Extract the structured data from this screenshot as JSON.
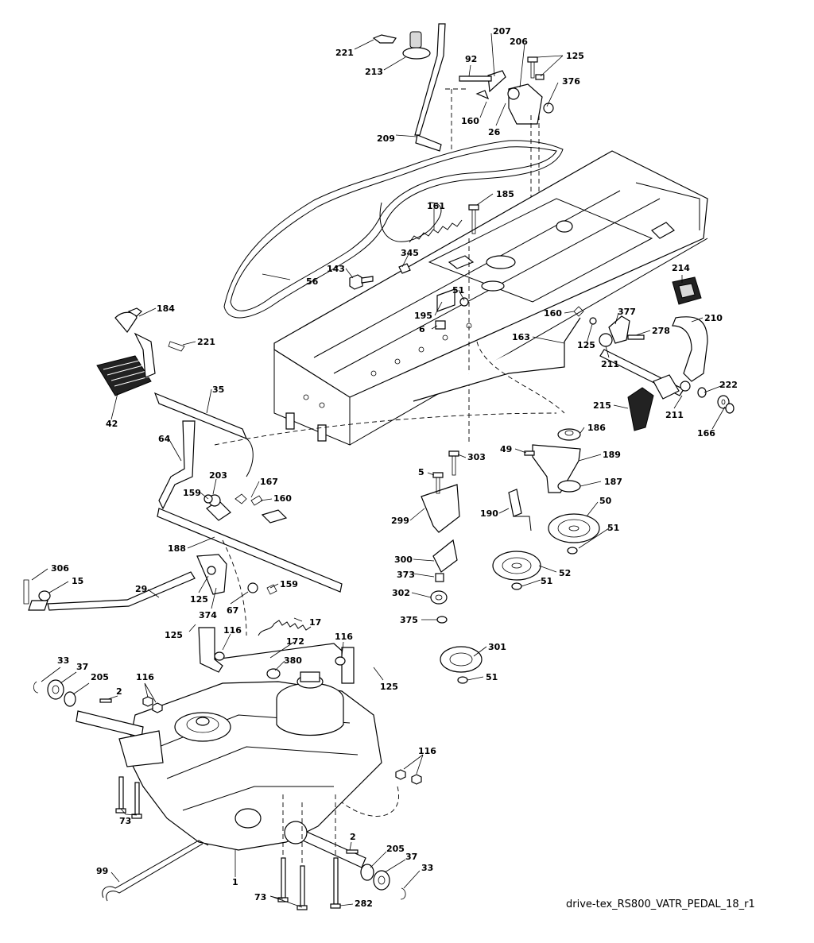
{
  "diagram": {
    "caption": "drive-tex_RS800_VATR_PEDAL_18_r1",
    "callouts": [
      {
        "id": "c221a",
        "text": "221"
      },
      {
        "id": "c213",
        "text": "213"
      },
      {
        "id": "c207",
        "text": "207"
      },
      {
        "id": "c206",
        "text": "206"
      },
      {
        "id": "c125a",
        "text": "125"
      },
      {
        "id": "c92",
        "text": "92"
      },
      {
        "id": "c376",
        "text": "376"
      },
      {
        "id": "c160a",
        "text": "160"
      },
      {
        "id": "c26",
        "text": "26"
      },
      {
        "id": "c209",
        "text": "209"
      },
      {
        "id": "c185",
        "text": "185"
      },
      {
        "id": "c161",
        "text": "161"
      },
      {
        "id": "c345",
        "text": "345"
      },
      {
        "id": "c143",
        "text": "143"
      },
      {
        "id": "c56",
        "text": "56"
      },
      {
        "id": "c51a",
        "text": "51"
      },
      {
        "id": "c195",
        "text": "195"
      },
      {
        "id": "c6",
        "text": "6"
      },
      {
        "id": "c184",
        "text": "184"
      },
      {
        "id": "c221b",
        "text": "221"
      },
      {
        "id": "c214",
        "text": "214"
      },
      {
        "id": "c160b",
        "text": "160"
      },
      {
        "id": "c377",
        "text": "377"
      },
      {
        "id": "c210",
        "text": "210"
      },
      {
        "id": "c278",
        "text": "278"
      },
      {
        "id": "c163",
        "text": "163"
      },
      {
        "id": "c125b",
        "text": "125"
      },
      {
        "id": "c211a",
        "text": "211"
      },
      {
        "id": "c222",
        "text": "222"
      },
      {
        "id": "c35",
        "text": "35"
      },
      {
        "id": "c42",
        "text": "42"
      },
      {
        "id": "c215",
        "text": "215"
      },
      {
        "id": "c211b",
        "text": "211"
      },
      {
        "id": "c166",
        "text": "166"
      },
      {
        "id": "c186",
        "text": "186"
      },
      {
        "id": "c64",
        "text": "64"
      },
      {
        "id": "c49",
        "text": "49"
      },
      {
        "id": "c189",
        "text": "189"
      },
      {
        "id": "c5",
        "text": "5"
      },
      {
        "id": "c303",
        "text": "303"
      },
      {
        "id": "c203",
        "text": "203"
      },
      {
        "id": "c187",
        "text": "187"
      },
      {
        "id": "c167",
        "text": "167"
      },
      {
        "id": "c159a",
        "text": "159"
      },
      {
        "id": "c160c",
        "text": "160"
      },
      {
        "id": "c299",
        "text": "299"
      },
      {
        "id": "c190",
        "text": "190"
      },
      {
        "id": "c50",
        "text": "50"
      },
      {
        "id": "c51b",
        "text": "51"
      },
      {
        "id": "c188",
        "text": "188"
      },
      {
        "id": "c300",
        "text": "300"
      },
      {
        "id": "c52",
        "text": "52"
      },
      {
        "id": "c306",
        "text": "306"
      },
      {
        "id": "c373",
        "text": "373"
      },
      {
        "id": "c51c",
        "text": "51"
      },
      {
        "id": "c15",
        "text": "15"
      },
      {
        "id": "c29",
        "text": "29"
      },
      {
        "id": "c125c",
        "text": "125"
      },
      {
        "id": "c159b",
        "text": "159"
      },
      {
        "id": "c302",
        "text": "302"
      },
      {
        "id": "c374",
        "text": "374"
      },
      {
        "id": "c67",
        "text": "67"
      },
      {
        "id": "c17",
        "text": "17"
      },
      {
        "id": "c375",
        "text": "375"
      },
      {
        "id": "c125d",
        "text": "125"
      },
      {
        "id": "c116a",
        "text": "116"
      },
      {
        "id": "c172",
        "text": "172"
      },
      {
        "id": "c116b",
        "text": "116"
      },
      {
        "id": "c301",
        "text": "301"
      },
      {
        "id": "c380",
        "text": "380"
      },
      {
        "id": "c33a",
        "text": "33"
      },
      {
        "id": "c37a",
        "text": "37"
      },
      {
        "id": "c125e",
        "text": "125"
      },
      {
        "id": "c51d",
        "text": "51"
      },
      {
        "id": "c205a",
        "text": "205"
      },
      {
        "id": "c116c",
        "text": "116"
      },
      {
        "id": "c2a",
        "text": "2"
      },
      {
        "id": "c116d",
        "text": "116"
      },
      {
        "id": "c73a",
        "text": "73"
      },
      {
        "id": "c2b",
        "text": "2"
      },
      {
        "id": "c205b",
        "text": "205"
      },
      {
        "id": "c99",
        "text": "99"
      },
      {
        "id": "c37b",
        "text": "37"
      },
      {
        "id": "c33b",
        "text": "33"
      },
      {
        "id": "c1",
        "text": "1"
      },
      {
        "id": "c73b",
        "text": "73"
      },
      {
        "id": "c282",
        "text": "282"
      }
    ]
  }
}
